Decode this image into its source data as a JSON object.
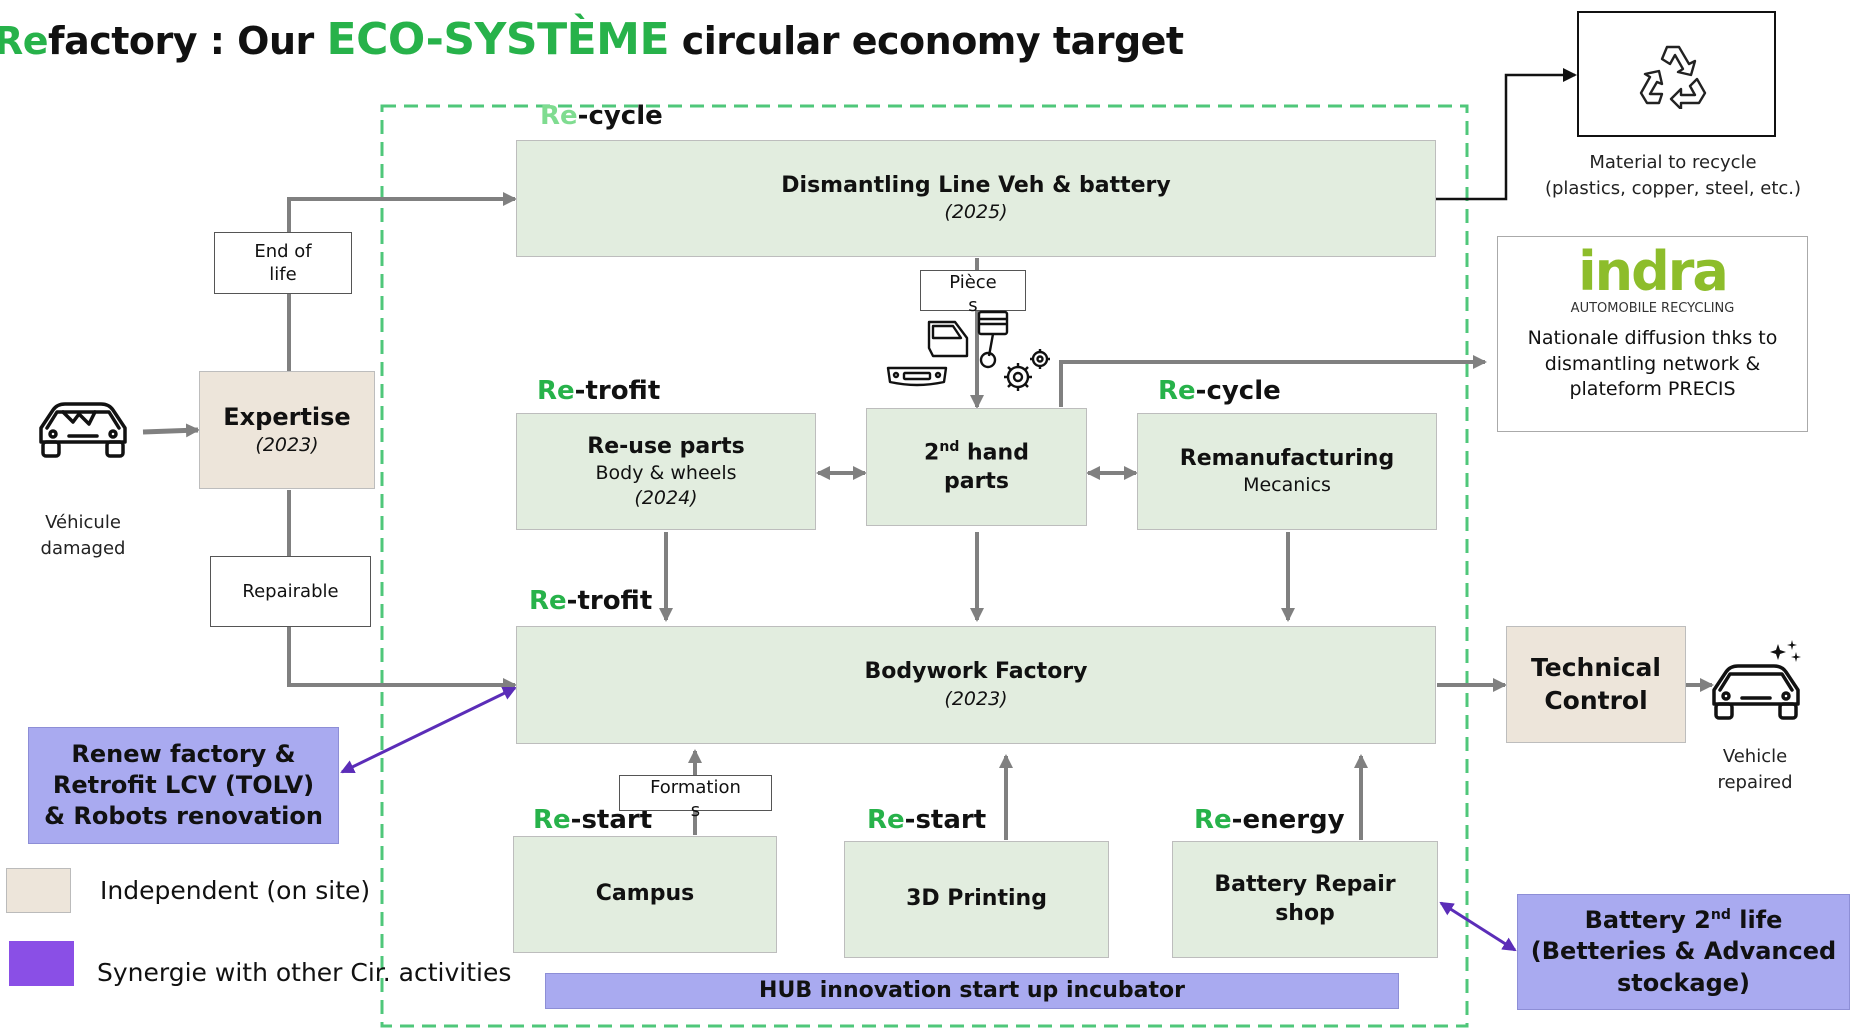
{
  "title": {
    "prefix_green": "Re",
    "prefix_black": "factory : Our",
    "eco": "ECO-SYSTÈME",
    "suffix": "circular economy target"
  },
  "sections": {
    "recycle_top": {
      "re": "Re",
      "rest": "-cycle"
    },
    "retrofit_top": {
      "re": "Re",
      "rest": "-trofit"
    },
    "recycle_mid": {
      "re": "Re",
      "rest": "-cycle"
    },
    "retrofit_bottom": {
      "re": "Re",
      "rest": "-trofit"
    },
    "restart_campus": {
      "re": "Re",
      "rest": "-start"
    },
    "restart_3d": {
      "re": "Re",
      "rest": "-start"
    },
    "reenergy": {
      "re": "Re",
      "rest": "-energy"
    }
  },
  "boxes": {
    "dismantling": {
      "title": "Dismantling Line Veh & battery",
      "year": "(2025)"
    },
    "expertise": {
      "title": "Expertise",
      "year": "(2023)"
    },
    "reuse": {
      "title": "Re-use parts",
      "subtitle": "Body  & wheels",
      "year": "(2024)"
    },
    "secondhand": {
      "title_pre": "2",
      "title_sup": "nd",
      "title_post": " hand",
      "title_line2": "parts"
    },
    "reman": {
      "title": "Remanufacturing",
      "subtitle": "Mecanics"
    },
    "bodywork": {
      "title": "Bodywork Factory",
      "year": "(2023)"
    },
    "technical": {
      "line1": "Technical",
      "line2": "Control"
    },
    "campus": {
      "title": "Campus"
    },
    "printing": {
      "title": "3D Printing"
    },
    "battery_shop": {
      "line1": "Battery Repair",
      "line2": "shop"
    },
    "renew": {
      "line1": "Renew factory &",
      "line2": "Retrofit LCV (TOLV)",
      "line3": "& Robots renovation"
    },
    "battery_life": {
      "line1_pre": "Battery 2",
      "line1_sup": "nd",
      "line1_post": " life",
      "line2": "(Betteries & Advanced",
      "line3": "stockage)"
    },
    "hub": {
      "title": "HUB innovation start up incubator"
    }
  },
  "labels": {
    "end_of_life": {
      "line1": "End of",
      "line2": "life"
    },
    "repairable": "Repairable",
    "pieces": {
      "line1": "Pièce",
      "line2": "s"
    },
    "formations": {
      "line1": "Formation",
      "line2": "s"
    }
  },
  "captions": {
    "vehicle_damaged": {
      "line1": "Véhicule",
      "line2": "damaged"
    },
    "vehicle_repaired": {
      "line1": "Vehicle",
      "line2": "repaired"
    },
    "material": {
      "line1": "Material to recycle",
      "line2": "(plastics, copper, steel, etc.)"
    }
  },
  "indra": {
    "logo_text": "indra",
    "logo_sub": "AUTOMOBILE RECYCLING",
    "line1": "Nationale diffusion thks to",
    "line2": "dismantling network &",
    "line3": "plateform PRECIS"
  },
  "legend": [
    {
      "label": "Independent (on site)",
      "color": "#ede5da"
    },
    {
      "label": "Synergie with other Cir. activities",
      "color": "#8a4fe6"
    }
  ],
  "colors": {
    "accent_green": "#27b24a",
    "box_green": "#e2eddf",
    "box_beige": "#ede5da",
    "box_purple": "#a9aaf0",
    "arrow_gray": "#808080",
    "arrow_purple": "#5b2db8",
    "dashed_border": "#4fc77a"
  },
  "icons": [
    "damaged-car-icon",
    "recycle-icon",
    "car-door-icon",
    "piston-icon",
    "gears-icon",
    "bumper-icon",
    "repaired-car-icon"
  ]
}
